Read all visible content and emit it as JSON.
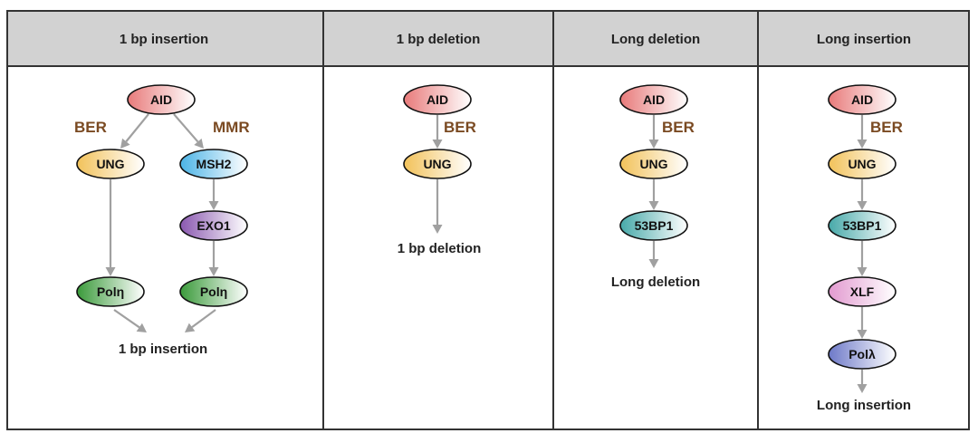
{
  "headers": [
    {
      "key": "ins1",
      "label": "1 bp insertion"
    },
    {
      "key": "del1",
      "label": "1 bp deletion"
    },
    {
      "key": "longdel",
      "label": "Long deletion"
    },
    {
      "key": "longins",
      "label": "Long insertion"
    }
  ],
  "pathway_labels": {
    "ber": "BER",
    "mmr": "MMR"
  },
  "nodes": {
    "p1_aid": "AID",
    "p1_ung": "UNG",
    "p1_msh2": "MSH2",
    "p1_exo1": "EXO1",
    "p1_poleta_left": "Polη",
    "p1_poleta_right": "Polη",
    "p2_aid": "AID",
    "p2_ung": "UNG",
    "p3_aid": "AID",
    "p3_ung": "UNG",
    "p3_53bp1": "53BP1",
    "p4_aid": "AID",
    "p4_ung": "UNG",
    "p4_53bp1": "53BP1",
    "p4_xlf": "XLF",
    "p4_pollambda": "Polλ"
  },
  "outcomes": {
    "ins1": "1 bp insertion",
    "del1": "1 bp deletion",
    "longdel": "Long deletion",
    "longins": "Long insertion"
  },
  "colors": {
    "aid": "#e87a7a",
    "ung": "#f2c25a",
    "msh2": "#4bb3e6",
    "exo1": "#8a58b0",
    "poleta": "#3a9a3a",
    "bp53": "#47a9a9",
    "xlf": "#e29ad0",
    "pollambda": "#6d79c8",
    "ber_mmr_text": "#7a4a22",
    "arrow": "#a0a0a0",
    "header_bg": "#d2d2d2"
  }
}
